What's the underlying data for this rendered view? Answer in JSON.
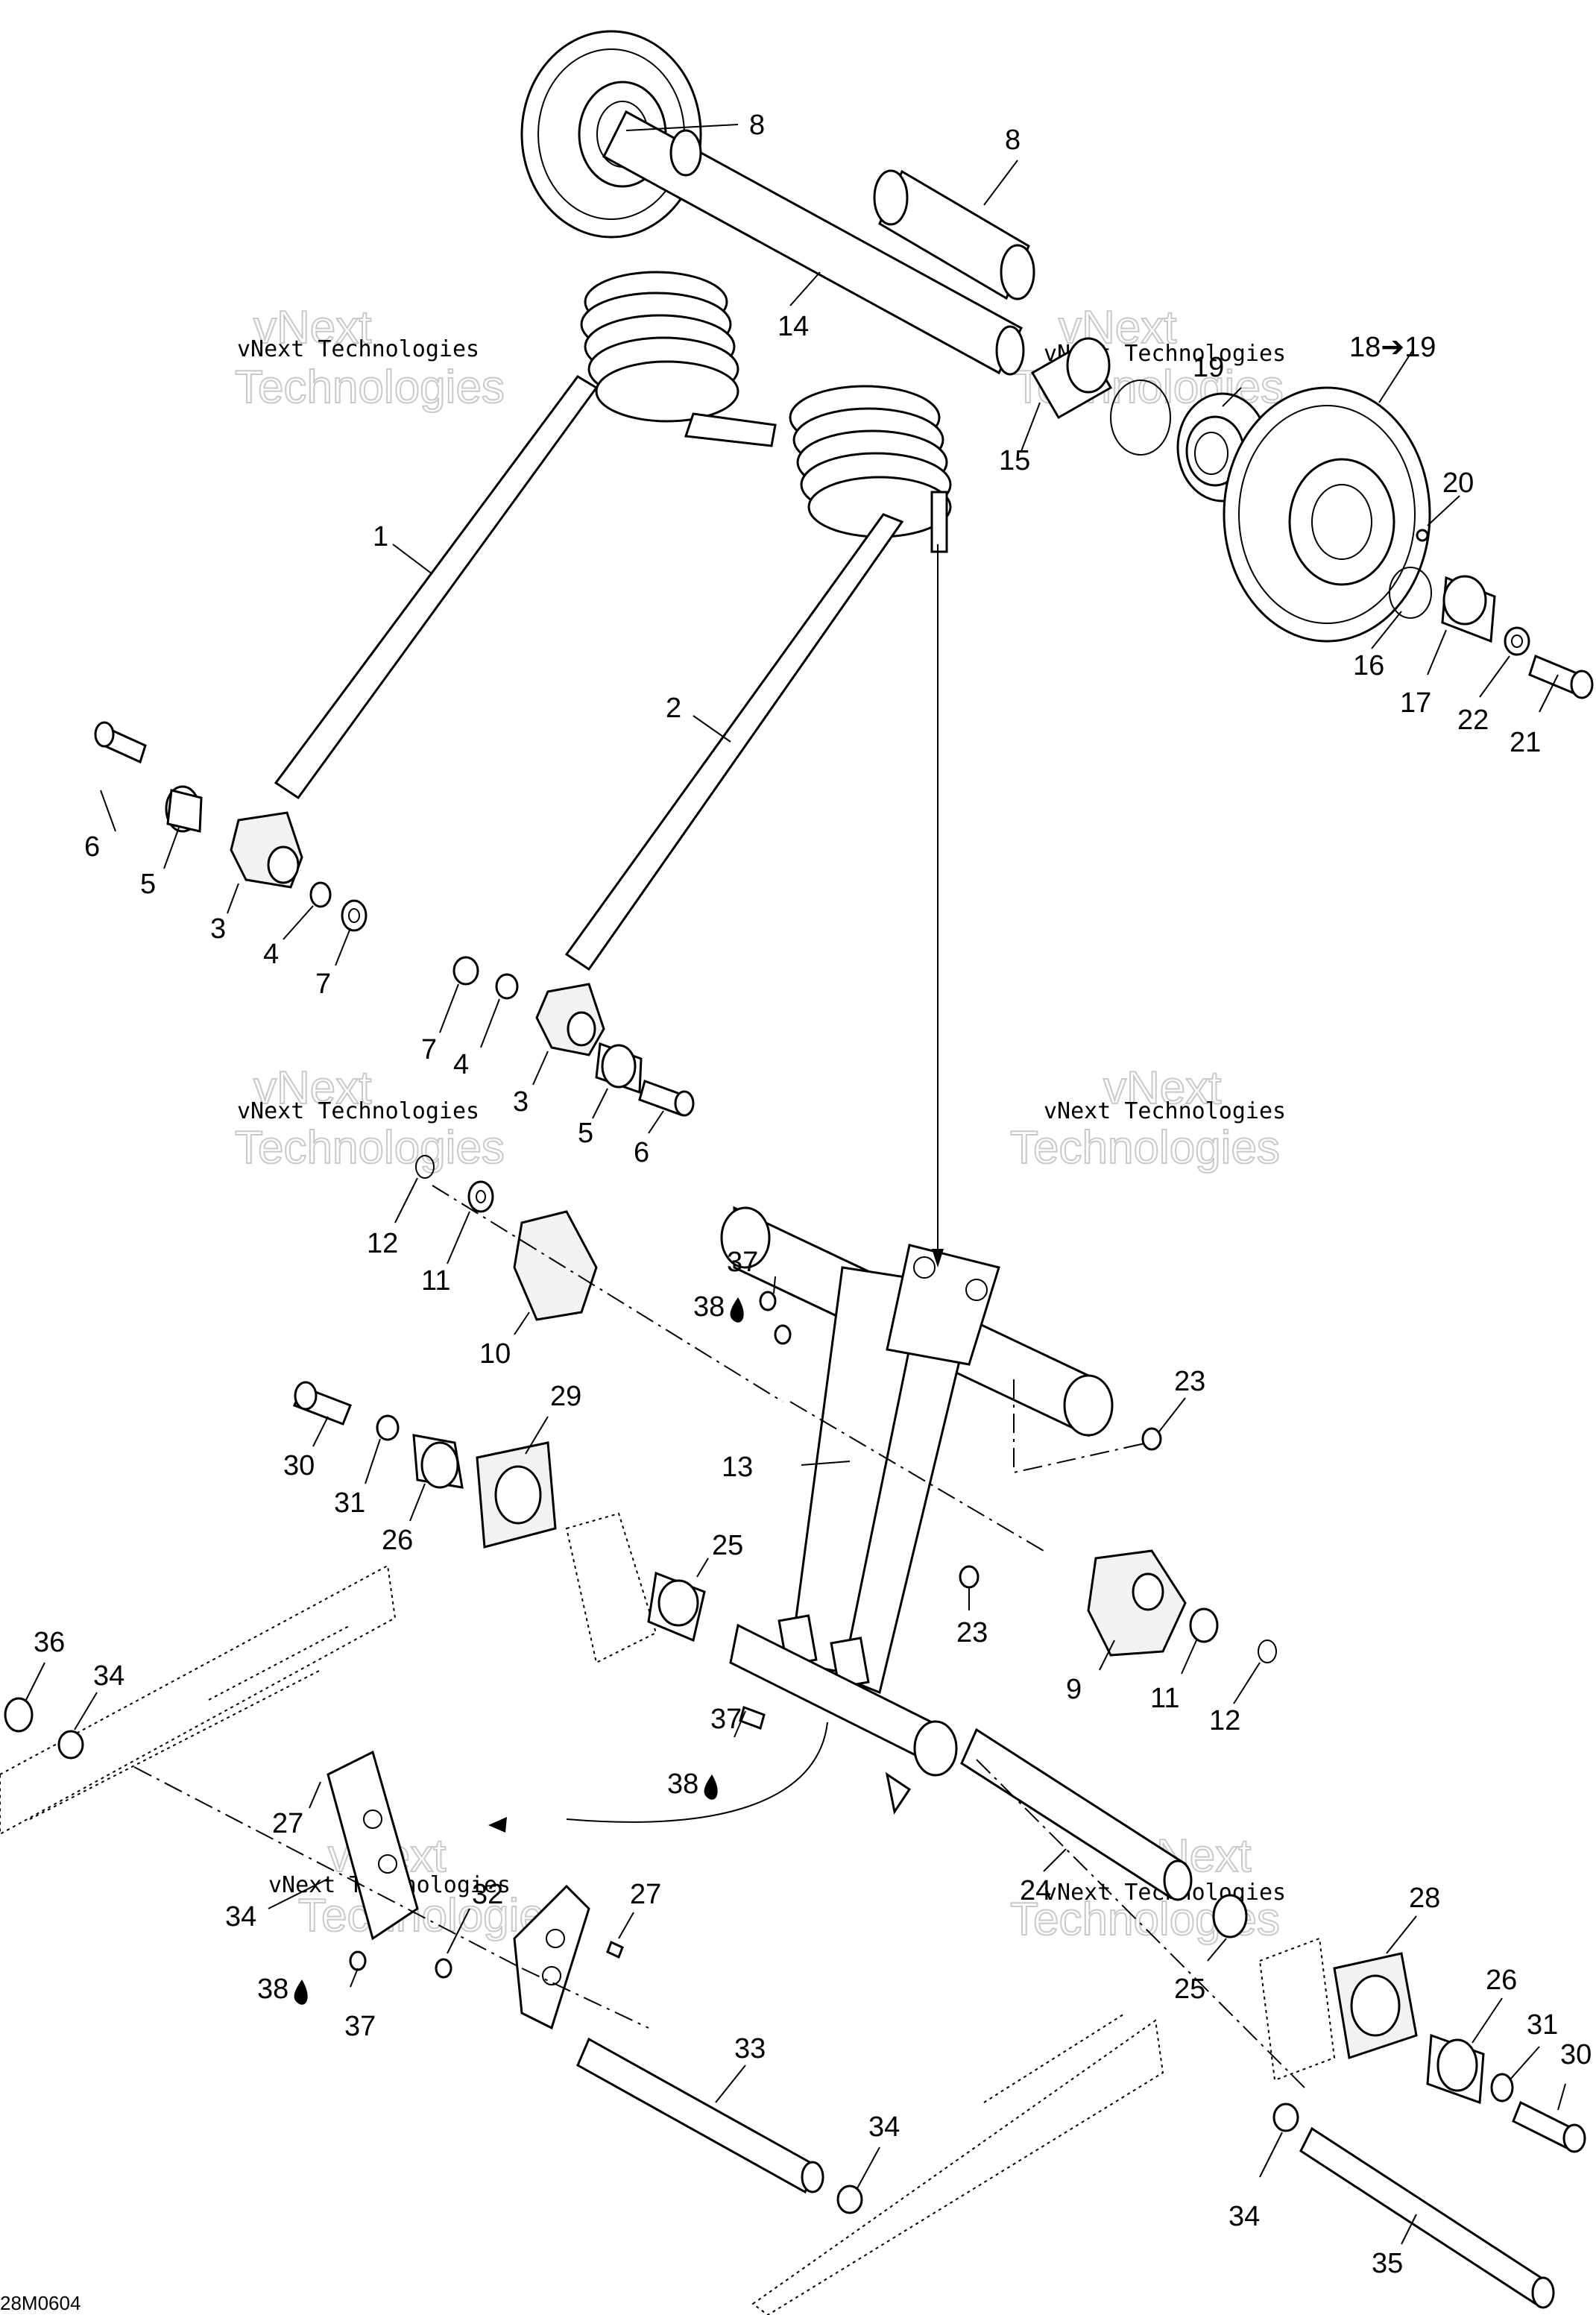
{
  "drawing_code": "28M0604",
  "watermark": {
    "small": "vNext Technologies",
    "large_line1": "vNext",
    "large_line2": "Technologies"
  },
  "callouts": [
    {
      "id": "c-8a",
      "label": "8"
    },
    {
      "id": "c-8b",
      "label": "8"
    },
    {
      "id": "c-14",
      "label": "14"
    },
    {
      "id": "c-19a",
      "label": "19"
    },
    {
      "id": "c-18-19",
      "label": "18➔19"
    },
    {
      "id": "c-15",
      "label": "15"
    },
    {
      "id": "c-20",
      "label": "20"
    },
    {
      "id": "c-16",
      "label": "16"
    },
    {
      "id": "c-17",
      "label": "17"
    },
    {
      "id": "c-22",
      "label": "22"
    },
    {
      "id": "c-21",
      "label": "21"
    },
    {
      "id": "c-1",
      "label": "1"
    },
    {
      "id": "c-2",
      "label": "2"
    },
    {
      "id": "c-6a",
      "label": "6"
    },
    {
      "id": "c-5a",
      "label": "5"
    },
    {
      "id": "c-3a",
      "label": "3"
    },
    {
      "id": "c-4a",
      "label": "4"
    },
    {
      "id": "c-7a",
      "label": "7"
    },
    {
      "id": "c-7b",
      "label": "7"
    },
    {
      "id": "c-4b",
      "label": "4"
    },
    {
      "id": "c-3b",
      "label": "3"
    },
    {
      "id": "c-5b",
      "label": "5"
    },
    {
      "id": "c-6b",
      "label": "6"
    },
    {
      "id": "c-12a",
      "label": "12"
    },
    {
      "id": "c-11a",
      "label": "11"
    },
    {
      "id": "c-10",
      "label": "10"
    },
    {
      "id": "c-37a",
      "label": "37"
    },
    {
      "id": "c-38a",
      "label": "38"
    },
    {
      "id": "c-23a",
      "label": "23"
    },
    {
      "id": "c-29",
      "label": "29"
    },
    {
      "id": "c-30a",
      "label": "30"
    },
    {
      "id": "c-31a",
      "label": "31"
    },
    {
      "id": "c-26a",
      "label": "26"
    },
    {
      "id": "c-13",
      "label": "13"
    },
    {
      "id": "c-25a",
      "label": "25"
    },
    {
      "id": "c-23b",
      "label": "23"
    },
    {
      "id": "c-9",
      "label": "9"
    },
    {
      "id": "c-11b",
      "label": "11"
    },
    {
      "id": "c-12b",
      "label": "12"
    },
    {
      "id": "c-36",
      "label": "36"
    },
    {
      "id": "c-34a",
      "label": "34"
    },
    {
      "id": "c-37b",
      "label": "37"
    },
    {
      "id": "c-38b",
      "label": "38"
    },
    {
      "id": "c-27a",
      "label": "27"
    },
    {
      "id": "c-34b",
      "label": "34"
    },
    {
      "id": "c-32",
      "label": "32"
    },
    {
      "id": "c-27b",
      "label": "27"
    },
    {
      "id": "c-38c",
      "label": "38"
    },
    {
      "id": "c-37c",
      "label": "37"
    },
    {
      "id": "c-24",
      "label": "24"
    },
    {
      "id": "c-28",
      "label": "28"
    },
    {
      "id": "c-25b",
      "label": "25"
    },
    {
      "id": "c-26b",
      "label": "26"
    },
    {
      "id": "c-31b",
      "label": "31"
    },
    {
      "id": "c-30b",
      "label": "30"
    },
    {
      "id": "c-33",
      "label": "33"
    },
    {
      "id": "c-34c",
      "label": "34"
    },
    {
      "id": "c-34d",
      "label": "34"
    },
    {
      "id": "c-35",
      "label": "35"
    }
  ]
}
